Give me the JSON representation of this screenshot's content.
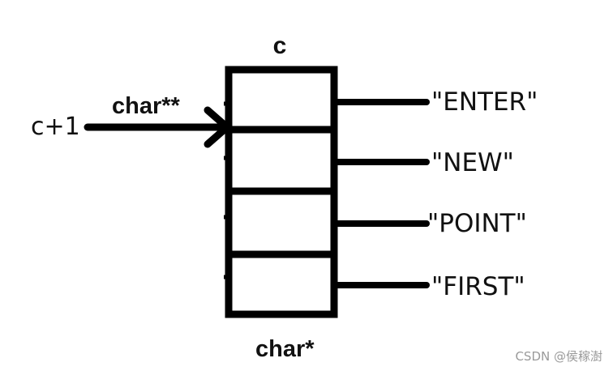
{
  "labels": {
    "array_name": "c",
    "pointer_expr": "c+1",
    "pointer_type": "char**",
    "element_type": "char*"
  },
  "strings": [
    "\"ENTER\"",
    "\"NEW\"",
    "\"POINT\"",
    "\"FIRST\""
  ],
  "watermark": "CSDN @侯稼澍"
}
